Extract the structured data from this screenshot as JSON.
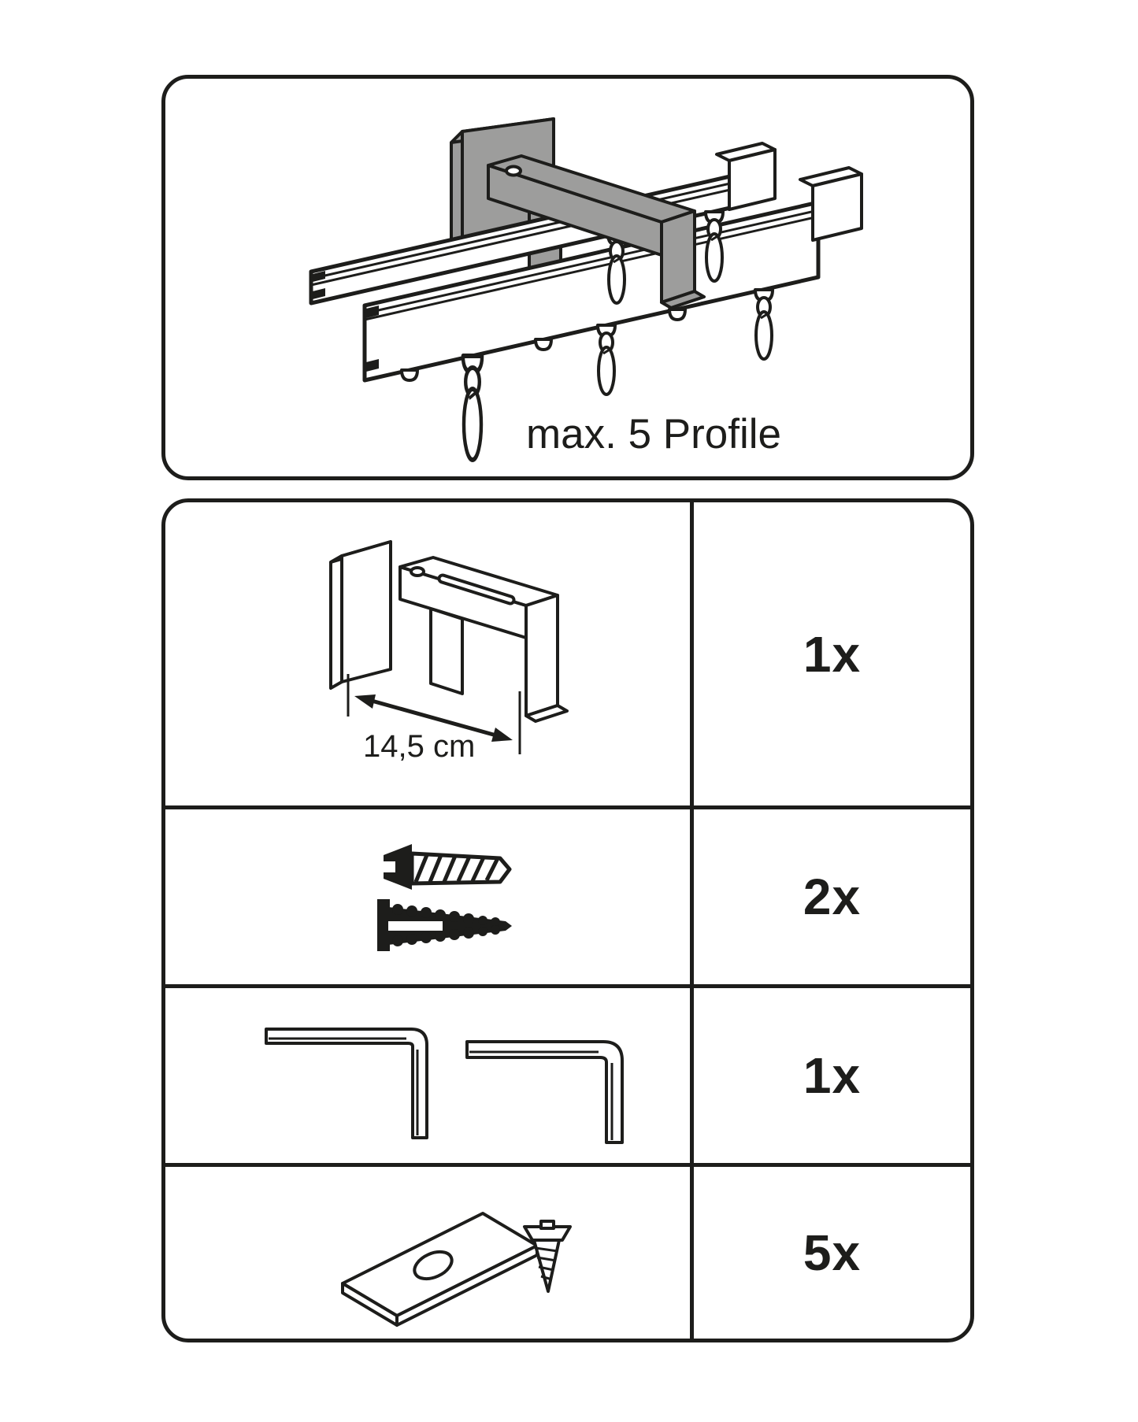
{
  "page": {
    "type": "instruction-sheet-parts-list",
    "background": "#ffffff"
  },
  "colors": {
    "line": "#1d1d1b",
    "bracket_gray": "#9d9d9c",
    "white": "#ffffff"
  },
  "top_panel": {
    "illustration": "double-track-curtain-rail-with-wall-bracket",
    "caption": "max. 5 Profile"
  },
  "parts_table": {
    "rows": [
      {
        "item": "wall-bracket",
        "icon": "bracket-with-dimension-arrow",
        "dimension_label": "14,5 cm",
        "qty": "1x"
      },
      {
        "item": "screw-and-wall-plug",
        "icon": "screw-and-wall-plug",
        "qty": "2x"
      },
      {
        "item": "allen-keys",
        "icon": "two-allen-keys",
        "qty": "1x"
      },
      {
        "item": "glide-plate-and-screw",
        "icon": "plate-with-hole-and-screw",
        "qty": "5x"
      }
    ]
  }
}
